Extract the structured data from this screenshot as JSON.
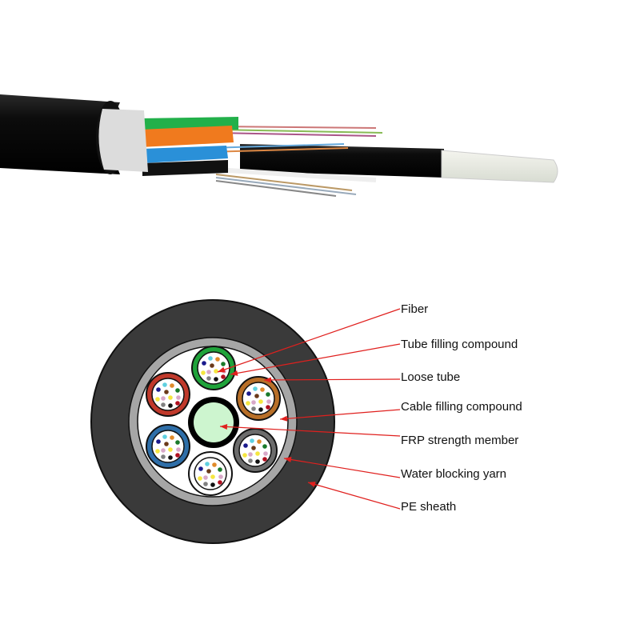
{
  "labels": [
    {
      "id": "fiber",
      "text": "Fiber"
    },
    {
      "id": "tube-filling-compound",
      "text": "Tube filling compound"
    },
    {
      "id": "loose-tube",
      "text": "Loose tube"
    },
    {
      "id": "cable-filling-compound",
      "text": "Cable filling compound"
    },
    {
      "id": "frp-strength-member",
      "text": "FRP strength member"
    },
    {
      "id": "water-blocking-yarn",
      "text": "Water blocking yarn"
    },
    {
      "id": "pe-sheath",
      "text": "PE sheath"
    }
  ],
  "colors": {
    "arrow": "#e0201e",
    "sheath": "#3a3a3a",
    "yarn": "#a6a6a6",
    "frp": "#cdf5cf",
    "tube_colors": [
      "#1fa33a",
      "#c0392b",
      "#b86f28",
      "#2e6ea8",
      "#6c6c6c",
      "#ffffff"
    ],
    "fiber_colors": [
      "#1a1a8c",
      "#5fd0e0",
      "#e08a2a",
      "#1a7a2a",
      "#6b3a1a",
      "#f5e640",
      "#d8a8c8",
      "#f5e640",
      "#d8a8c8",
      "#808080",
      "#111111",
      "#b01020"
    ]
  }
}
